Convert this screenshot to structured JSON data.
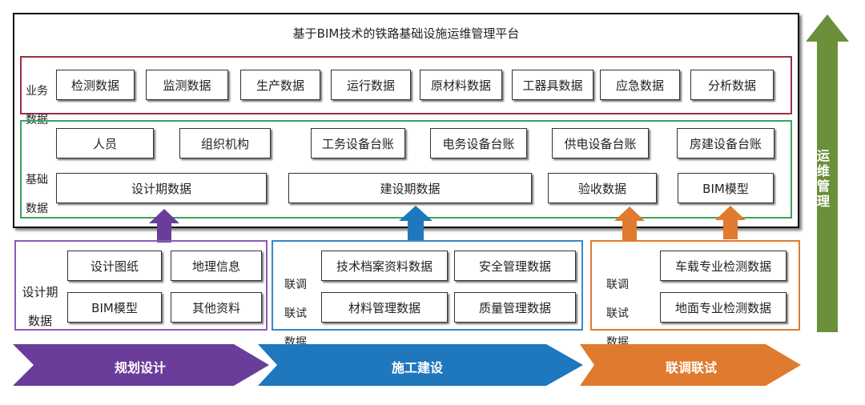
{
  "platform": {
    "title": "基于BIM技术的铁路基础设施运维管理平台",
    "business": {
      "label": [
        "业务",
        "数据"
      ],
      "items": [
        "检测数据",
        "监测数据",
        "生产数据",
        "运行数据",
        "原材料数据",
        "工器具数据",
        "应急数据",
        "分析数据"
      ]
    },
    "base": {
      "label": [
        "基础",
        "数据"
      ],
      "row1": [
        "人员",
        "组织机构",
        "工务设备台账",
        "电务设备台账",
        "供电设备台账",
        "房建设备台账"
      ],
      "row2": [
        "设计期数据",
        "建设期数据",
        "验收数据",
        "BIM模型"
      ]
    }
  },
  "ops": {
    "label": [
      "运",
      "维",
      "管",
      "理"
    ]
  },
  "phases": {
    "design": {
      "label": [
        "设计期",
        "数据"
      ],
      "items": [
        "设计图纸",
        "地理信息",
        "BIM模型",
        "其他资料"
      ],
      "arrow": "规划设计"
    },
    "construction": {
      "label": [
        "联调",
        "联试",
        "数据"
      ],
      "items": [
        "技术档案资料数据",
        "安全管理数据",
        "材料管理数据",
        "质量管理数据"
      ],
      "arrow": "施工建设"
    },
    "testing": {
      "label": [
        "联调",
        "联试",
        "数据"
      ],
      "items": [
        "车载专业检测数据",
        "地面专业检测数据"
      ],
      "arrow": "联调联试"
    }
  },
  "colors": {
    "purple": "#6a3d9a",
    "blue": "#1f77bd",
    "orange": "#e07a2e",
    "green": "#6b8f3a",
    "business_border": "#9a3040",
    "base_border": "#3aa35a"
  }
}
